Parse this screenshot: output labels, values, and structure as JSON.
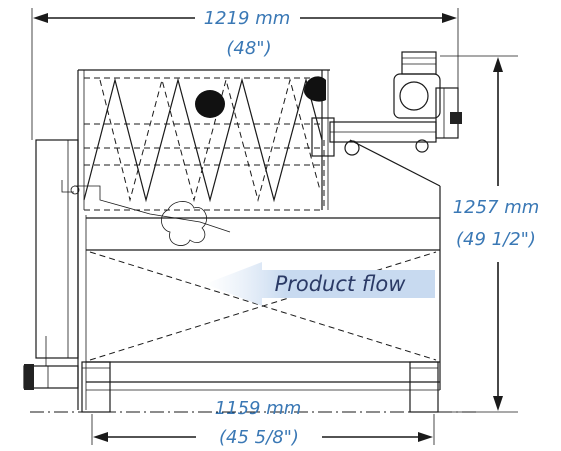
{
  "dimensions": {
    "top_width_mm": "1219 mm",
    "top_width_in": "(48\")",
    "height_mm": "1257 mm",
    "height_in": "(49 1/2\")",
    "bottom_width_mm": "1159 mm",
    "bottom_width_in": "(45 5/8\")"
  },
  "flow": {
    "label": "Product flow"
  },
  "colors": {
    "dimension_text": "#3a78b5",
    "flow_text": "#2b3a66",
    "flow_arrow": "#c8daf0",
    "line": "#1a1a1a"
  }
}
